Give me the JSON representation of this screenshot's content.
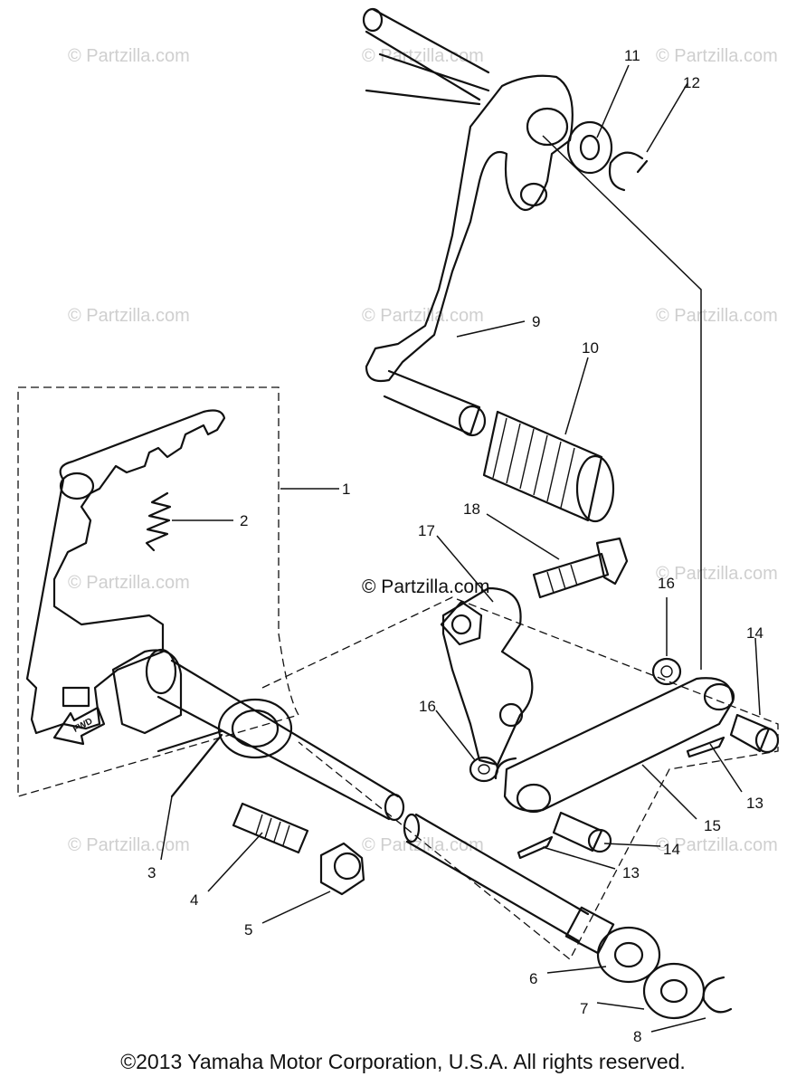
{
  "watermark": "© Partzilla.com",
  "watermark_center": "© Partzilla.com",
  "fwd_label": "FWD",
  "copyright": "©2013 Yamaha Motor Corporation, U.S.A. All rights reserved.",
  "callouts": {
    "c1": "1",
    "c2": "2",
    "c3": "3",
    "c4": "4",
    "c5": "5",
    "c6": "6",
    "c7": "7",
    "c8": "8",
    "c9": "9",
    "c10": "10",
    "c11": "11",
    "c12": "12",
    "c13a": "13",
    "c13b": "13",
    "c14a": "14",
    "c14b": "14",
    "c15": "15",
    "c16a": "16",
    "c16b": "16",
    "c17": "17",
    "c18": "18"
  }
}
